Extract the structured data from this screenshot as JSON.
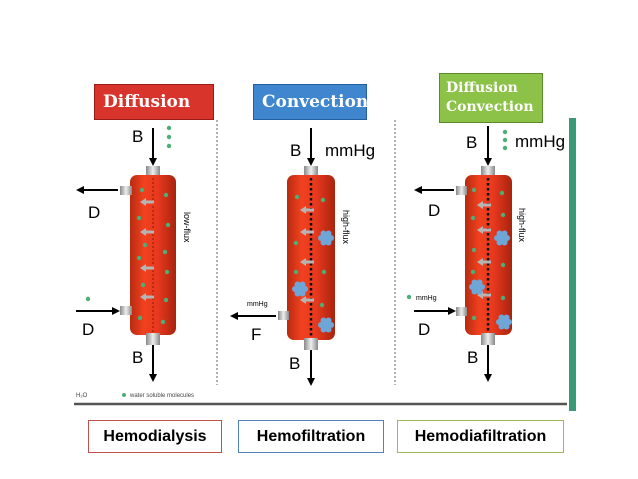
{
  "headers": {
    "diffusion": "Diffusion",
    "convection": "Convection",
    "diffusion_convection_line1": "Diffusion",
    "diffusion_convection_line2": "Convection"
  },
  "labels": {
    "blood": "B",
    "dialysate": "D",
    "filtrate": "F",
    "mmhg": "mmHg",
    "mmhg_small": "mmHg",
    "low_flux": "low-flux",
    "high_flux": "high-flux"
  },
  "legend": {
    "water": "H₂O",
    "solutes": "water soluble molecules"
  },
  "modalities": {
    "hemodialysis": "Hemodialysis",
    "hemofiltration": "Hemofiltration",
    "hemodiafiltration": "Hemodiafiltration"
  },
  "colors": {
    "diffusion": "#d9342c",
    "convection": "#3f86cf",
    "diffusion_convection": "#8cc247",
    "filter_body": "#e8391f",
    "solute_dot": "#4caf76",
    "molecule": "#6ea6d8",
    "accent_bar": "#3a9a78"
  }
}
